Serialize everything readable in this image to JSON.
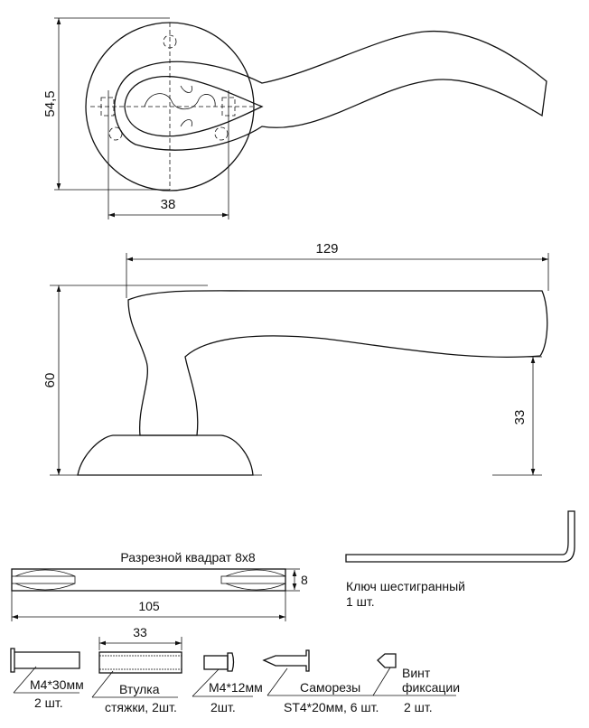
{
  "top_view": {
    "dim_height": "54,5",
    "dim_width": "38"
  },
  "side_view": {
    "dim_length": "129",
    "dim_height": "60",
    "dim_lever_height": "33"
  },
  "square_bar": {
    "title": "Разрезной квадрат 8x8",
    "dim_thickness": "8",
    "dim_length": "105"
  },
  "hex_key": {
    "label": "Ключ шестигранный",
    "qty": "1 шт."
  },
  "parts": [
    {
      "label": "M4*30мм",
      "qty": "2 шт."
    },
    {
      "label": "Втулка",
      "qty": "стяжки, 2шт.",
      "dim": "33"
    },
    {
      "label": "M4*12мм",
      "qty": "2шт."
    },
    {
      "label": "Саморезы",
      "qty": "ST4*20мм, 6 шт."
    },
    {
      "label": "Винт",
      "label2": "фиксации",
      "qty": "2 шт."
    }
  ]
}
